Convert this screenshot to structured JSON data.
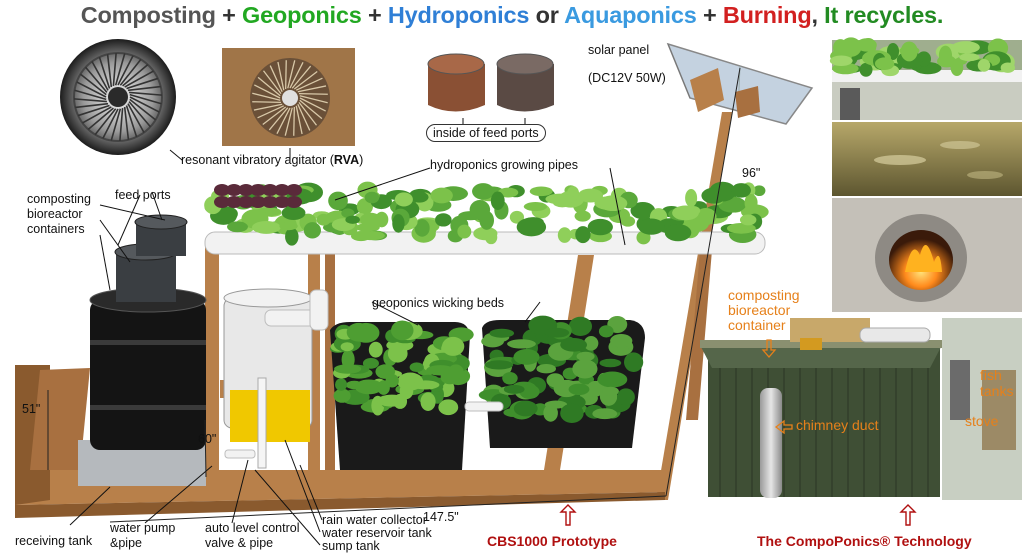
{
  "headline": [
    {
      "text": "Composting",
      "color": "#555555"
    },
    {
      "text": " + ",
      "color": "#333333"
    },
    {
      "text": "Geoponics",
      "color": "#22a822"
    },
    {
      "text": " + ",
      "color": "#333333"
    },
    {
      "text": "Hydroponics",
      "color": "#2f7fd6"
    },
    {
      "text": " or ",
      "color": "#333333"
    },
    {
      "text": "Aquaponics",
      "color": "#3a9ae0"
    },
    {
      "text": " + ",
      "color": "#333333"
    },
    {
      "text": "Burning",
      "color": "#d22020"
    },
    {
      "text": ", ",
      "color": "#333333"
    },
    {
      "text": "It recycles.",
      "color": "#228b22"
    }
  ],
  "labels": {
    "rva_prefix": "resonant vibratory agitator (",
    "rva_bold": "RVA",
    "rva_suffix": ")",
    "inside_feed_ports": "inside of feed ports",
    "solar_panel": "solar panel",
    "solar_spec": "(DC12V 50W)",
    "hydro_pipes": "hydroponics growing pipes",
    "composting_1": "composting",
    "composting_2": "bioreactor",
    "composting_3": "containers",
    "feed_ports": "feed ports",
    "geo_beds": "geoponics wicking beds",
    "dim_96": "96\"",
    "dim_51": "51\"",
    "dim_60": "60\"",
    "dim_147": "147.5\"",
    "receiving_tank": "receiving tank",
    "water_pump_1": "water pump",
    "water_pump_2": "&pipe",
    "auto_level_1": "auto level control",
    "auto_level_2": "valve & pipe",
    "rain_collector": "rain water collector",
    "reservoir": "water reservoir tank",
    "sump": "sump tank",
    "cbs_caption": "CBS1000 Prototype",
    "cbs_container_1": "composting",
    "cbs_container_2": "bioreactor",
    "cbs_container_3": "container",
    "chimney": "chimney duct",
    "fish_1": "fish",
    "fish_2": "tanks",
    "stove": "stove",
    "compoponics": "The CompoPonics® Technology"
  },
  "colors": {
    "barrel": "#141414",
    "wood": "#b8804a",
    "wood_dark": "#8a5a2e",
    "leaf": "#3f8f2c",
    "leaf_light": "#7cc24a",
    "lettuce_red": "#5a2a3a",
    "tub": "#1a1a1a",
    "pipe": "#f2f2f2",
    "shed_green": "#3f4f35",
    "accent_red": "#b01010",
    "accent_orange": "#e6801a"
  }
}
